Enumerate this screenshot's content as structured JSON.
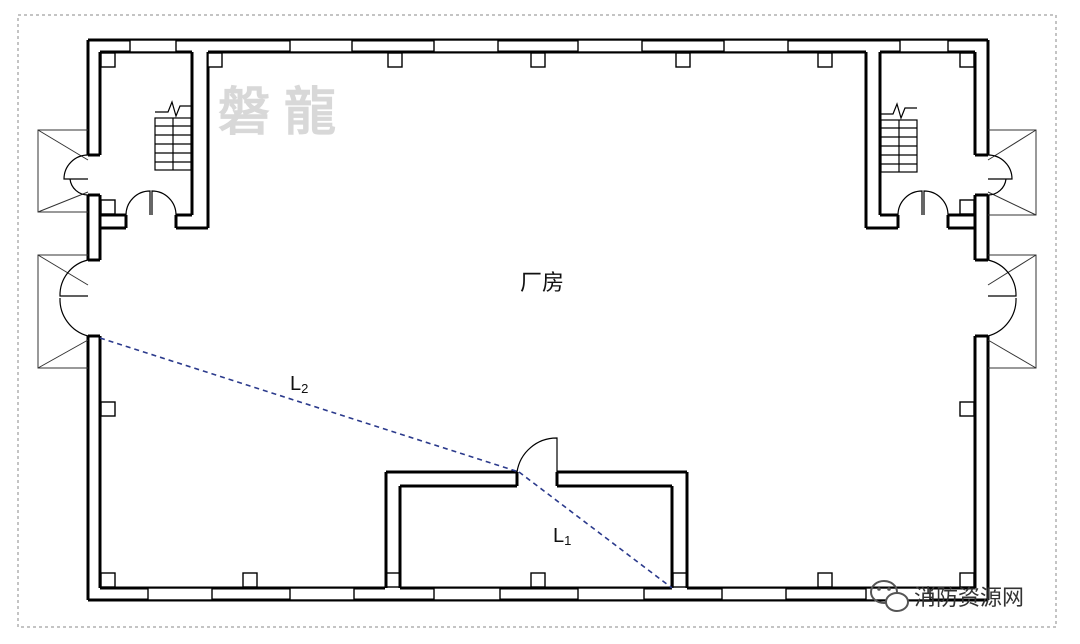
{
  "diagram": {
    "room_label": "厂房",
    "path_labels": [
      {
        "main": "L",
        "sub": "2"
      },
      {
        "main": "L",
        "sub": "1"
      }
    ],
    "watermark_text": "磐龍",
    "source_text": "消防资源网",
    "colors": {
      "walls": "#000000",
      "dashed_path": "#2b3a8c",
      "watermark": "#d8d8d8"
    }
  }
}
